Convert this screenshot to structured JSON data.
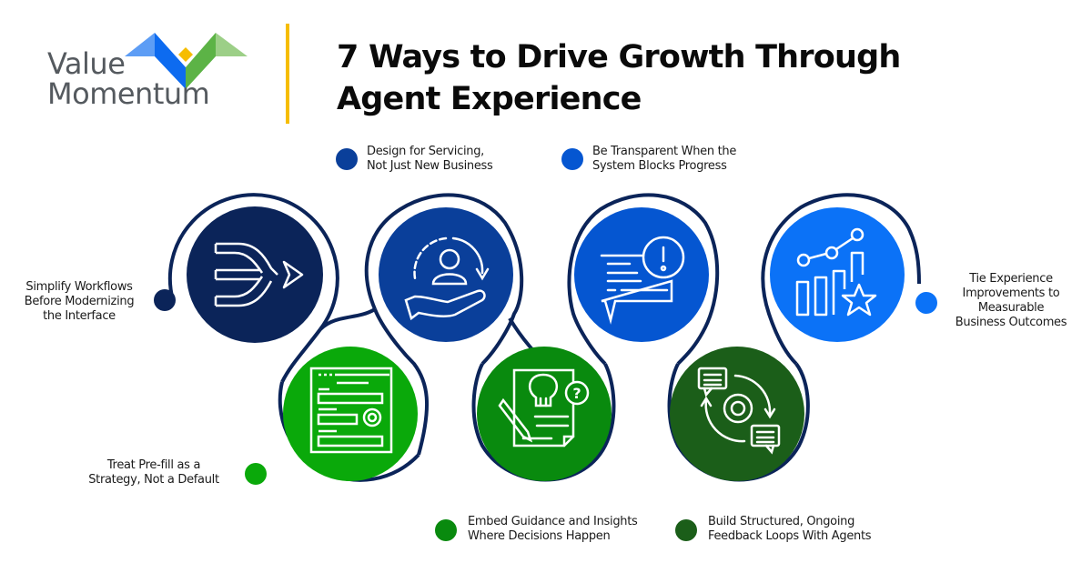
{
  "logo": {
    "line1": "Value",
    "line2": "Momentum",
    "colors": {
      "light_blue": "#5d9df5",
      "blue": "#0d6bf0",
      "gold": "#f6bd00",
      "green": "#5cb346",
      "light_green": "#9ccf87",
      "text": "#555a5f"
    }
  },
  "header": {
    "title_line1": "7 Ways to Drive Growth Through",
    "title_line2": "Agent Experience",
    "divider_color": "#f6bd00"
  },
  "track_color": "#0b2459",
  "steps": [
    {
      "id": 1,
      "line1": "Simplify Workflows",
      "line2": "Before Modernizing",
      "line3": "the Interface",
      "color": "#0b2459",
      "icon": "merge-arrows-icon"
    },
    {
      "id": 2,
      "line1": "Treat Pre-fill as a",
      "line2": "Strategy, Not a Default",
      "color": "#0aa90a",
      "icon": "form-settings-icon"
    },
    {
      "id": 3,
      "line1": "Design for Servicing,",
      "line2": "Not Just New Business",
      "color": "#0a3f9a",
      "icon": "customer-care-cycle-icon"
    },
    {
      "id": 4,
      "line1": "Embed Guidance and Insights",
      "line2": "Where Decisions Happen",
      "color": "#098a0e",
      "icon": "document-idea-icon"
    },
    {
      "id": 5,
      "line1": "Be Transparent When the",
      "line2": "System Blocks Progress",
      "color": "#0556d1",
      "icon": "chat-alert-icon"
    },
    {
      "id": 6,
      "line1": "Build Structured, Ongoing",
      "line2": "Feedback Loops With Agents",
      "color": "#1b5e19",
      "icon": "feedback-loop-icon"
    },
    {
      "id": 7,
      "line1": "Tie Experience",
      "line2": "Improvements to",
      "line3": "Measurable",
      "line4": "Business Outcomes",
      "color": "#0b72f7",
      "icon": "growth-chart-star-icon"
    }
  ]
}
